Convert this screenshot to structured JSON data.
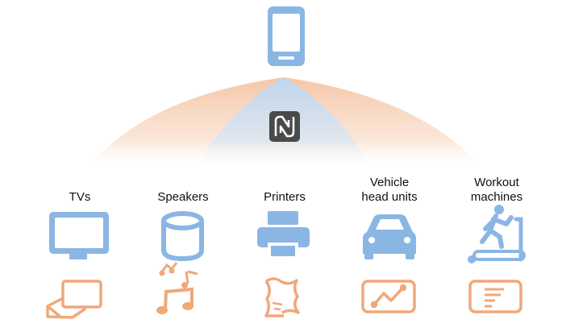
{
  "colors": {
    "blue": "#8ab6e4",
    "orange": "#f0a878",
    "nfc_badge": "#4a4a4a",
    "arc_orange": "#f6cdb0",
    "arc_blue": "#c9dff3"
  },
  "source_device": {
    "icon": "smartphone-icon"
  },
  "connection_badge": {
    "icon": "nfc-n-mark-icon"
  },
  "targets": [
    {
      "label": "TVs",
      "icon": "tv-icon",
      "content_icon": "video-screens-icon"
    },
    {
      "label": "Speakers",
      "icon": "speaker-icon",
      "content_icon": "music-notes-icon"
    },
    {
      "label": "Printers",
      "icon": "printer-icon",
      "content_icon": "document-scroll-icon"
    },
    {
      "label": "Vehicle\nhead units",
      "icon": "car-icon",
      "content_icon": "navigation-route-icon"
    },
    {
      "label": "Workout\nmachines",
      "icon": "treadmill-icon",
      "content_icon": "workout-data-icon"
    }
  ]
}
